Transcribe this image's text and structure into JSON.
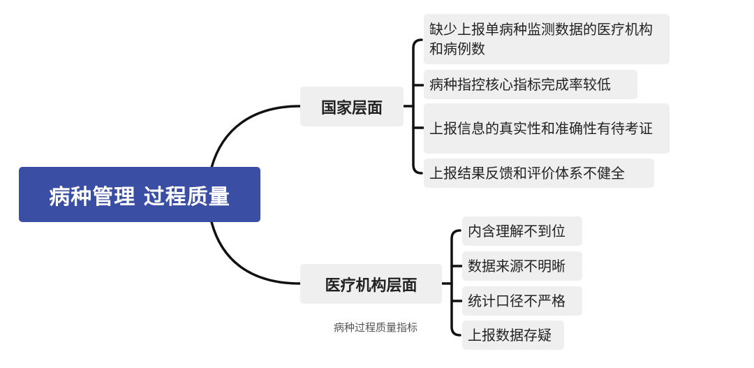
{
  "root": {
    "label": "病种管理 过程质量"
  },
  "branches": [
    {
      "label": "国家层面",
      "children": [
        "缺少上报单病种监测数据的医疗机构和病例数",
        "病种指控核心指标完成率较低",
        "上报信息的真实性和准确性有待考证",
        "上报结果反馈和评价体系不健全"
      ]
    },
    {
      "label": "医疗机构层面",
      "children": [
        "内含理解不到位",
        "数据来源不明晰",
        "统计口径不严格",
        "上报数据存疑"
      ]
    }
  ],
  "caption": "病种过程质量指标",
  "colors": {
    "root_fill": "#3a4fa3",
    "node_fill": "#efefef",
    "connector": "#111111"
  }
}
